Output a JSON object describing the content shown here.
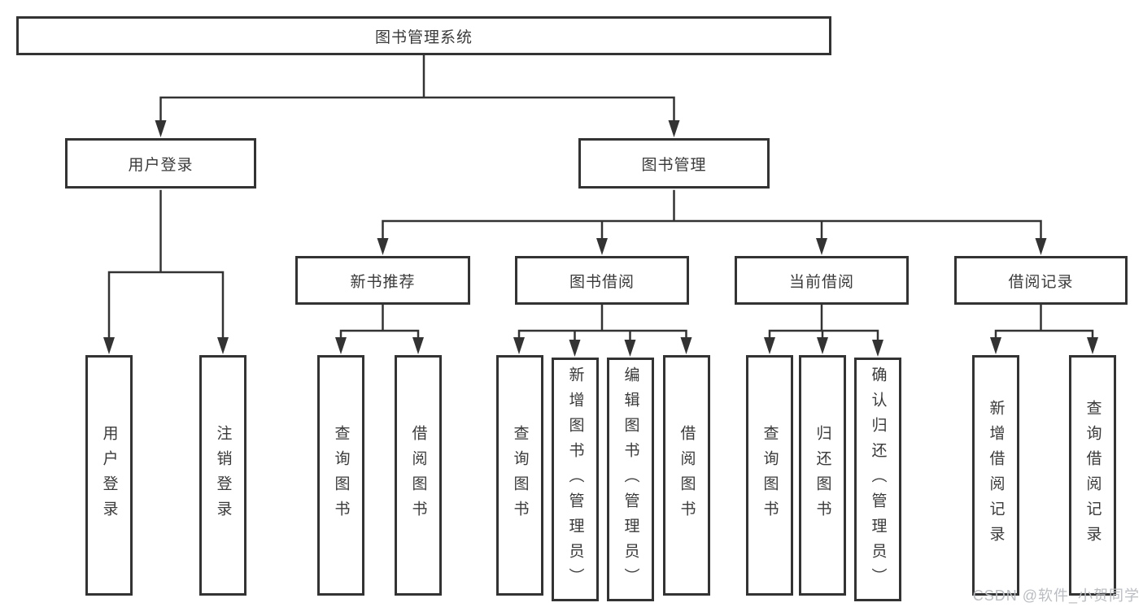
{
  "tree": {
    "root": "图书管理系统",
    "branches": [
      {
        "label": "用户登录",
        "children": [
          "用户登录",
          "注销登录"
        ]
      },
      {
        "label": "图书管理",
        "children": [
          {
            "label": "新书推荐",
            "children": [
              "查询图书",
              "借阅图书"
            ]
          },
          {
            "label": "图书借阅",
            "children": [
              "查询图书",
              "新增图书（管理员）",
              "编辑图书（管理员）",
              "借阅图书"
            ]
          },
          {
            "label": "当前借阅",
            "children": [
              "查询图书",
              "归还图书",
              "确认归还（管理员）"
            ]
          },
          {
            "label": "借阅记录",
            "children": [
              "新增借阅记录",
              "查询借阅记录"
            ]
          }
        ]
      }
    ]
  },
  "watermark": "CSDN @软件_小贺同学",
  "colors": {
    "line": "#333333",
    "box_border": "#333333",
    "text": "#3a3a3a",
    "watermark": "#b9bdc2",
    "background": "#ffffff"
  }
}
